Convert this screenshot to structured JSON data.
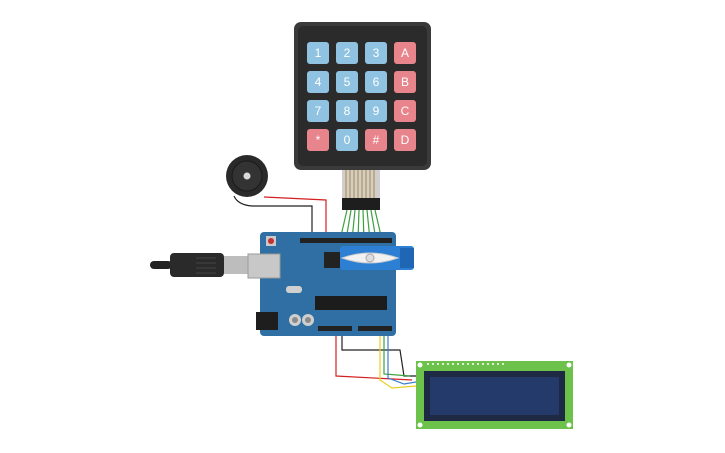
{
  "keypad": {
    "rows": [
      [
        "1",
        "2",
        "3",
        "A"
      ],
      [
        "4",
        "5",
        "6",
        "B"
      ],
      [
        "7",
        "8",
        "9",
        "C"
      ],
      [
        "*",
        "0",
        "#",
        "D"
      ]
    ],
    "colors": {
      "number_key": "#8fc3e1",
      "special_key": "#e8848c",
      "body": "#2b2b2b",
      "frame": "#3a3a3a"
    }
  },
  "arduino": {
    "logo_text": "ARDUINO",
    "board_color": "#2f6fa3",
    "header_color": "#222222"
  },
  "lcd": {
    "pcb_color": "#6cc24a",
    "screen_color": "#243a6b",
    "text": ""
  },
  "wires": {
    "red": "#d42020",
    "black": "#222222",
    "yellow": "#e8d020",
    "green": "#3ca040",
    "blue": "#3a7fd0"
  }
}
